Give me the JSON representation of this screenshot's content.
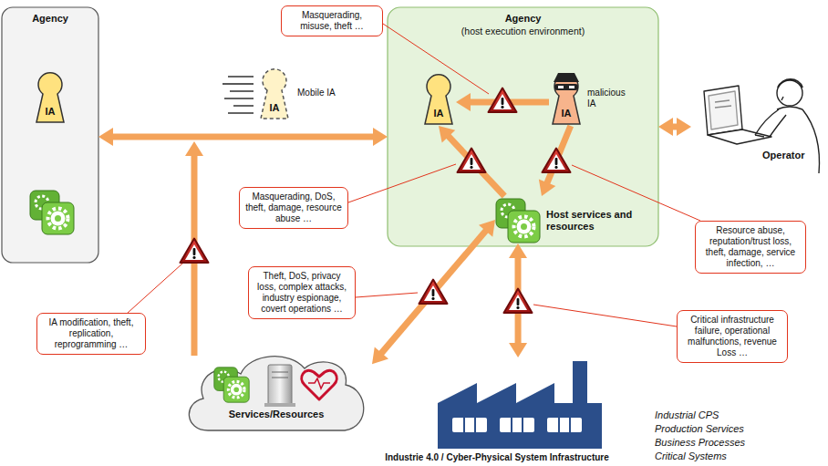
{
  "diagram": {
    "caption": "Industrie 4.0 / Cyber-Physical System Infrastructure",
    "nodes": [
      {
        "text": [
          "Agency"
        ]
      },
      {
        "text": [
          "IA"
        ],
        "in": 0
      },
      {
        "text": [
          "Agency",
          "(host execution environment)"
        ]
      },
      {
        "text": [
          "IA"
        ],
        "in": 2
      },
      {
        "text": [
          "IA",
          "malicious IA"
        ],
        "in": 2
      },
      {
        "text": [
          "Host services and resources"
        ],
        "in": 2
      },
      {
        "text": [
          "IA",
          "Mobile IA"
        ]
      },
      {
        "text": [
          "Operator"
        ]
      },
      {
        "text": [
          "Services/Resources"
        ]
      },
      {
        "text": [
          "Industrial CPS",
          "Production Services",
          "Business Processes",
          "Critical Systems"
        ]
      },
      {
        "text": [
          "Masquerading, misuse, theft …"
        ]
      },
      {
        "text": [
          "Masquerading, DoS, theft, damage, resource abuse …"
        ]
      },
      {
        "text": [
          "Theft, DoS, privacy loss, complex attacks, industry espionage, covert operations …"
        ]
      },
      {
        "text": [
          "IA modification, theft, replication, reprogramming …"
        ]
      },
      {
        "text": [
          "Resource abuse, reputation/trust loss, theft, damage, service infection, …"
        ]
      },
      {
        "text": [
          "Critical infrastructure failure, operational malfunctions, revenue Loss …"
        ]
      }
    ],
    "edges": [
      {
        "from": 0,
        "to": 2,
        "arrow": "both"
      },
      {
        "from": 4,
        "to": 3,
        "arrow": "to"
      },
      {
        "from": 5,
        "to": 3,
        "arrow": "to"
      },
      {
        "from": 4,
        "to": 5,
        "arrow": "to"
      },
      {
        "from": 8,
        "to": 5,
        "arrow": "both"
      },
      {
        "from": 9,
        "to": 5,
        "arrow": "both"
      },
      {
        "from": 2,
        "to": 7,
        "arrow": "both"
      }
    ]
  }
}
